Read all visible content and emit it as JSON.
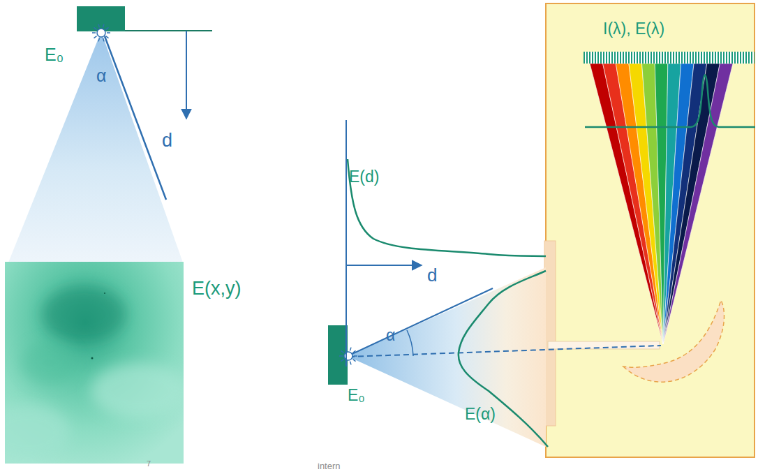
{
  "diagram": {
    "nodes": [
      {
        "text": [
          "I(λ), E(λ)"
        ]
      }
    ],
    "labels": [
      "E₀",
      "α",
      "d",
      "E(x,y)",
      "E(d)",
      "d",
      "α",
      "E₀",
      "E(α)",
      "7",
      "intern"
    ]
  }
}
